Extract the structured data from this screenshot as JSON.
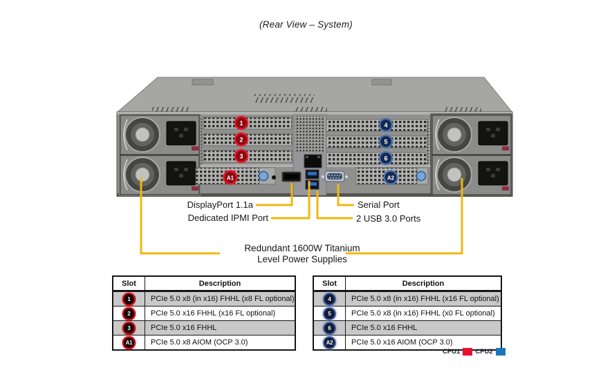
{
  "title": "(Rear View – System)",
  "callouts": {
    "displayport": "DisplayPort 1.1a",
    "ipmi": "Dedicated IPMI  Port",
    "serial": "Serial Port",
    "usb": "2 USB 3.0 Ports",
    "psu": {
      "line1": "Redundant  1600W Titanium",
      "line2": "Level Power Supplies"
    }
  },
  "tables": [
    {
      "headers": {
        "slot": "Slot",
        "description": "Description"
      },
      "rows": [
        {
          "slot": "1",
          "description": "PCIe 5.0 x8 (in x16) FHHL (x8 FL optional)"
        },
        {
          "slot": "2",
          "description": "PCIe 5.0 x16 FHHL (x16 FL optional)"
        },
        {
          "slot": "3",
          "description": "PCIe 5.0 x16 FHHL"
        },
        {
          "slot": "A1",
          "description": "PCIe 5.0 x8 AIOM (OCP 3.0)"
        }
      ]
    },
    {
      "headers": {
        "slot": "Slot",
        "description": "Description"
      },
      "rows": [
        {
          "slot": "4",
          "description": "PCIe 5.0 x8 (in x16) FHHL (x16 FL optional)"
        },
        {
          "slot": "5",
          "description": "PCIe 5.0 x8 (in x16) FHHL (x0 FL optional)"
        },
        {
          "slot": "6",
          "description": "PCIe 5.0 x16 FHHL"
        },
        {
          "slot": "A2",
          "description": "PCIe 5.0 x16 AIOM (OCP 3.0)"
        }
      ]
    }
  ],
  "legend": {
    "cpu1": "CPU1",
    "cpu2": "CPU2",
    "cpu1_color": "#e8112d",
    "cpu2_color": "#1b75bb"
  },
  "colors": {
    "callout_line": "#f3b70d",
    "slot_marker_red": "#d8111f",
    "slot_marker_blue": "#44629f",
    "table_row_shade": "#c9c9c9"
  }
}
